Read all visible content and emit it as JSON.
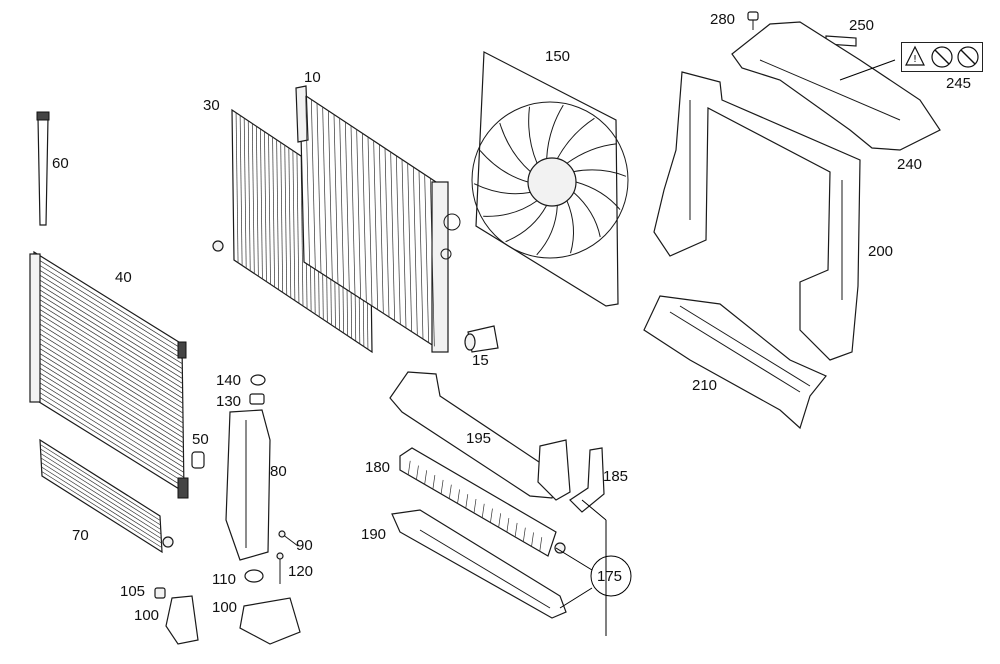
{
  "labels": {
    "l10": "10",
    "l15": "15",
    "l30": "30",
    "l40": "40",
    "l50": "50",
    "l60": "60",
    "l70": "70",
    "l80": "80",
    "l90": "90",
    "l100a": "100",
    "l100b": "100",
    "l105": "105",
    "l110": "110",
    "l120": "120",
    "l130": "130",
    "l140": "140",
    "l150": "150",
    "l175": "175",
    "l180": "180",
    "l185": "185",
    "l190": "190",
    "l195": "195",
    "l200": "200",
    "l210": "210",
    "l240": "240",
    "l245": "245",
    "l250": "250",
    "l280": "280"
  },
  "icons": {
    "warning_label": [
      "warning-triangle-icon",
      "no-touch-fan-icon",
      "no-tools-icon"
    ]
  },
  "colors": {
    "line": "#1a1a1a",
    "background": "#ffffff"
  }
}
